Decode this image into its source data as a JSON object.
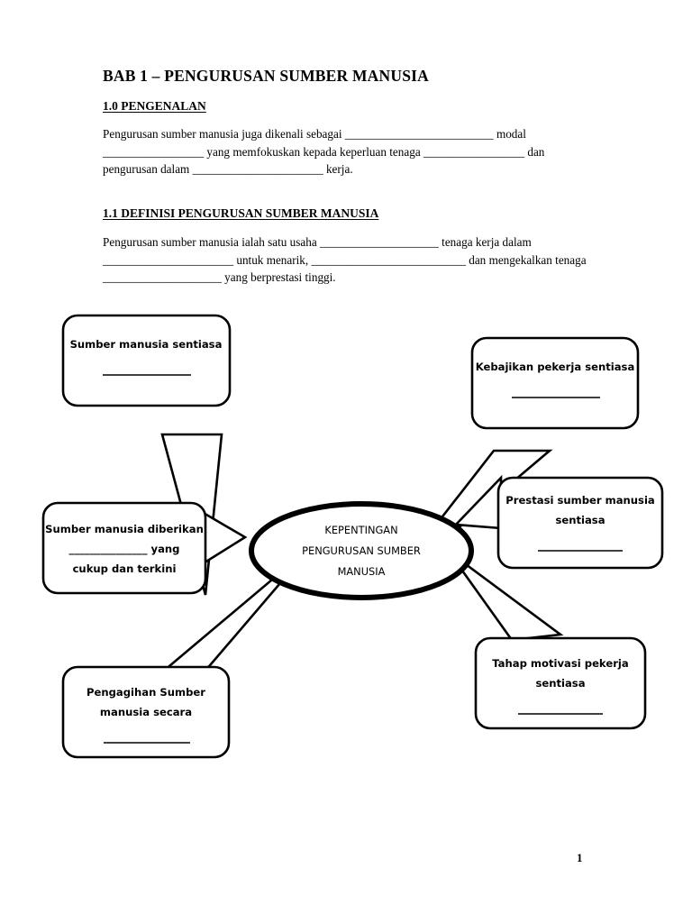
{
  "document": {
    "title": "BAB 1 – PENGURUSAN SUMBER MANUSIA",
    "page_number": "1",
    "sections": [
      {
        "heading": "1.0 PENGENALAN",
        "paragraph": "Pengurusan sumber manusia juga dikenali sebagai _________________________ modal _________________ yang memfokuskan kepada keperluan tenaga _________________ dan pengurusan dalam ______________________ kerja."
      },
      {
        "heading": "1.1 DEFINISI PENGURUSAN SUMBER MANUSIA",
        "paragraph": "Pengurusan sumber manusia ialah satu usaha ____________________ tenaga kerja dalam ______________________ untuk menarik, __________________________ dan mengekalkan tenaga ____________________ yang berprestasi tinggi."
      }
    ]
  },
  "mindmap": {
    "center": {
      "lines": [
        "KEPENTINGAN",
        "PENGURUSAN SUMBER",
        "MANUSIA"
      ]
    },
    "nodes": [
      {
        "id": "sumber-manusia-sentiasa",
        "lines": [
          "Sumber manusia sentiasa"
        ],
        "blank_after": true
      },
      {
        "id": "kebajikan-pekerja-sentiasa",
        "lines": [
          "Kebajikan pekerja sentiasa"
        ],
        "blank_after": true
      },
      {
        "id": "prestasi-sumber-manusia-sentiasa",
        "lines": [
          "Prestasi sumber manusia",
          "sentiasa"
        ],
        "blank_after": true
      },
      {
        "id": "sumber-manusia-diberikan",
        "lines": [
          "Sumber manusia diberikan",
          "_______________ yang",
          "cukup dan terkini"
        ],
        "blank_after": false
      },
      {
        "id": "pengagihan-sumber-manusia",
        "lines": [
          "Pengagihan Sumber",
          "manusia secara"
        ],
        "blank_after": true
      },
      {
        "id": "tahap-motivasi-pekerja",
        "lines": [
          "Tahap motivasi pekerja",
          "sentiasa"
        ],
        "blank_after": true
      }
    ]
  },
  "colors": {
    "ink": "#000000",
    "paper": "#ffffff"
  }
}
